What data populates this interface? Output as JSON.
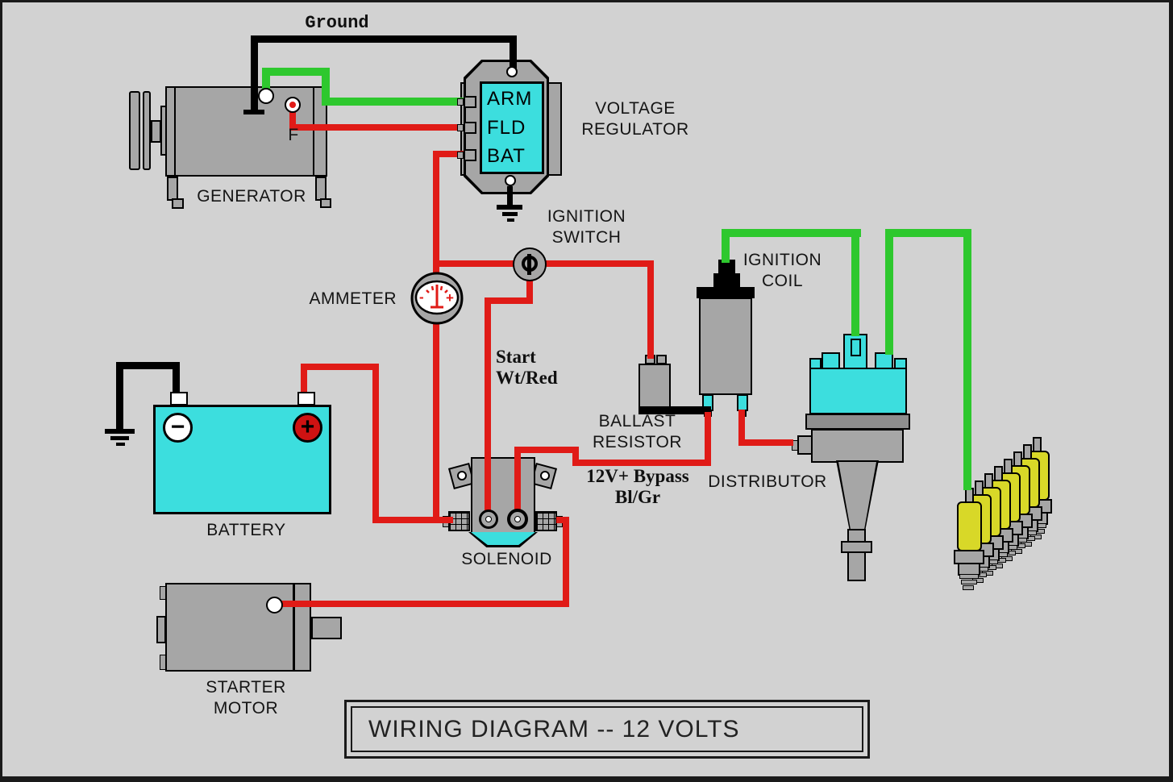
{
  "title": "WIRING DIAGRAM -- 12 VOLTS",
  "colors": {
    "bg": "#d2d2d2",
    "gray": "#a6a6a6",
    "graydark": "#8e8e8e",
    "cyan": "#3cdede",
    "red": "#e01b17",
    "green": "#2ec82e",
    "yellow": "#d8d828",
    "ink": "#000000",
    "white": "#ffffff"
  },
  "labels": {
    "ground_wire": "Ground",
    "generator": "GENERATOR",
    "generator_field_terminal": "F",
    "voltage_regulator": [
      "VOLTAGE",
      "REGULATOR"
    ],
    "regulator_terminals": [
      "ARM",
      "FLD",
      "BAT"
    ],
    "ammeter": "AMMETER",
    "ammeter_minus": "-",
    "ammeter_plus": "+",
    "ignition_switch": [
      "IGNITION",
      "SWITCH"
    ],
    "start_wire": [
      "Start",
      "Wt/Red"
    ],
    "battery": "BATTERY",
    "battery_negative": "−",
    "battery_positive": "+",
    "solenoid": "SOLENOID",
    "ballast_resistor": [
      "BALLAST",
      "RESISTOR"
    ],
    "bypass_wire": [
      "12V+ Bypass",
      "Bl/Gr"
    ],
    "ignition_coil": [
      "IGNITION",
      "COIL"
    ],
    "distributor": "DISTRIBUTOR",
    "starter_motor": [
      "STARTER",
      "MOTOR"
    ],
    "spark_plug_count": 8
  }
}
